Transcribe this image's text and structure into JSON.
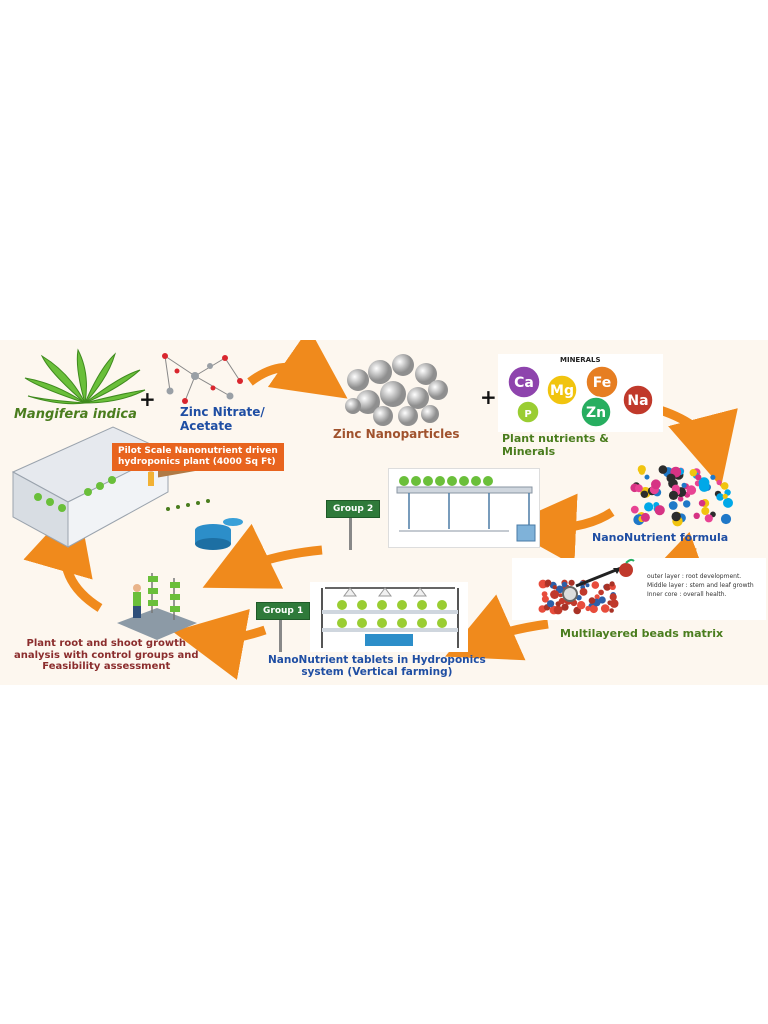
{
  "labels": {
    "mangifera": "Mangifera indica",
    "zinc_salt": "Zinc Nitrate/\nAcetate",
    "zinc_np": "Zinc Nanoparticles",
    "plant_nutrients": "Plant nutrients &\nMinerals",
    "minerals_title": "MINERALS",
    "nano_formula": "NanoNutrient  formula",
    "beads": "Multilayered beads matrix",
    "hydroponics": "NanoNutrient tablets in Hydroponics\nsystem (Vertical farming)",
    "analysis": "Plant root and shoot growth\nanalysis with control groups and\nFeasibility assessment",
    "pilot": "Pilot Scale Nanonutrient driven\nhydroponics plant (4000 Sq Ft)",
    "group1": "Group 1",
    "group2": "Group 2",
    "plus": "+"
  },
  "minerals": [
    {
      "symbol": "Ca",
      "color": "#8e44ad"
    },
    {
      "symbol": "Mg",
      "color": "#f1c40f"
    },
    {
      "symbol": "Fe",
      "color": "#e67e22"
    },
    {
      "symbol": "Na",
      "color": "#c0392b"
    },
    {
      "symbol": "P",
      "color": "#9acd32"
    },
    {
      "symbol": "Zn",
      "color": "#27ae60"
    }
  ],
  "bead_layers": [
    "outer layer   : root development.",
    "Middle layer  : stem and leaf growth",
    "Inner core    : overall health."
  ],
  "colors": {
    "arrow": "#f08a1c",
    "sign_green": "#2f7a3a",
    "callout_orange": "#e8641e"
  }
}
